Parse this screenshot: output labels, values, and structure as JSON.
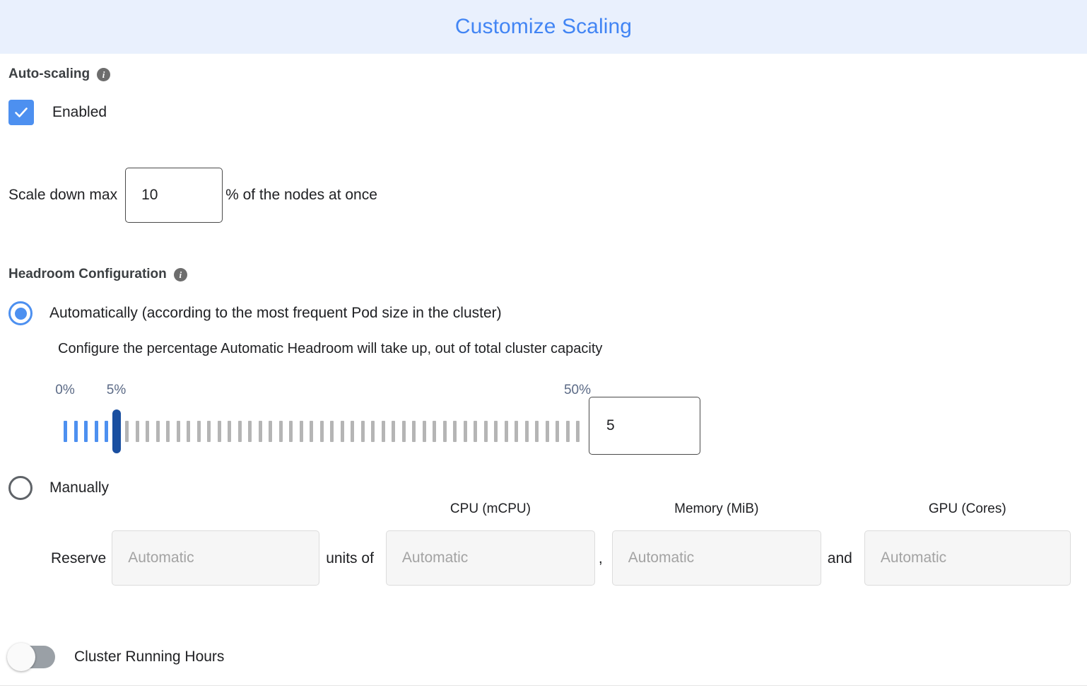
{
  "header": {
    "title": "Customize Scaling",
    "background": "#e9f0fd",
    "title_color": "#4285f4"
  },
  "autoscaling": {
    "heading": "Auto-scaling",
    "info_icon": "info-icon",
    "info_glyph": "i",
    "checkbox_label": "Enabled",
    "checkbox_checked": true,
    "accent_color": "#4d90f0"
  },
  "scale_down": {
    "prefix_label": "Scale down max",
    "value": "10",
    "suffix_label": "% of the nodes at once"
  },
  "headroom": {
    "heading": "Headroom Configuration",
    "info_glyph": "i",
    "automatic": {
      "label": "Automatically (according to the most frequent Pod size in the cluster)",
      "description": "Configure the percentage Automatic Headroom will take up, out of total cluster capacity",
      "selected": true
    },
    "manual": {
      "label": "Manually",
      "selected": false
    }
  },
  "slider": {
    "min_label": "0%",
    "current_label": "5%",
    "max_label": "50%",
    "min": 0,
    "max": 50,
    "value": 5,
    "tick_count": 51,
    "value_input": "5",
    "active_color": "#4d90f0",
    "inactive_color": "#b5b5b5",
    "thumb_color": "#1a4fa0",
    "label_color": "#5b6a86"
  },
  "reserve": {
    "prefix": "Reserve",
    "units_joiner": "units of",
    "comma_joiner": ",",
    "and_joiner": "and",
    "fields": [
      {
        "caption": "",
        "placeholder": "Automatic",
        "value": "",
        "name": "reserve-units-input"
      },
      {
        "caption": "CPU (mCPU)",
        "placeholder": "Automatic",
        "value": "",
        "name": "reserve-cpu-input"
      },
      {
        "caption": "Memory (MiB)",
        "placeholder": "Automatic",
        "value": "",
        "name": "reserve-memory-input"
      },
      {
        "caption": "GPU (Cores)",
        "placeholder": "Automatic",
        "value": "",
        "name": "reserve-gpu-input"
      }
    ]
  },
  "cluster_running_hours": {
    "label": "Cluster Running Hours",
    "enabled": false
  }
}
